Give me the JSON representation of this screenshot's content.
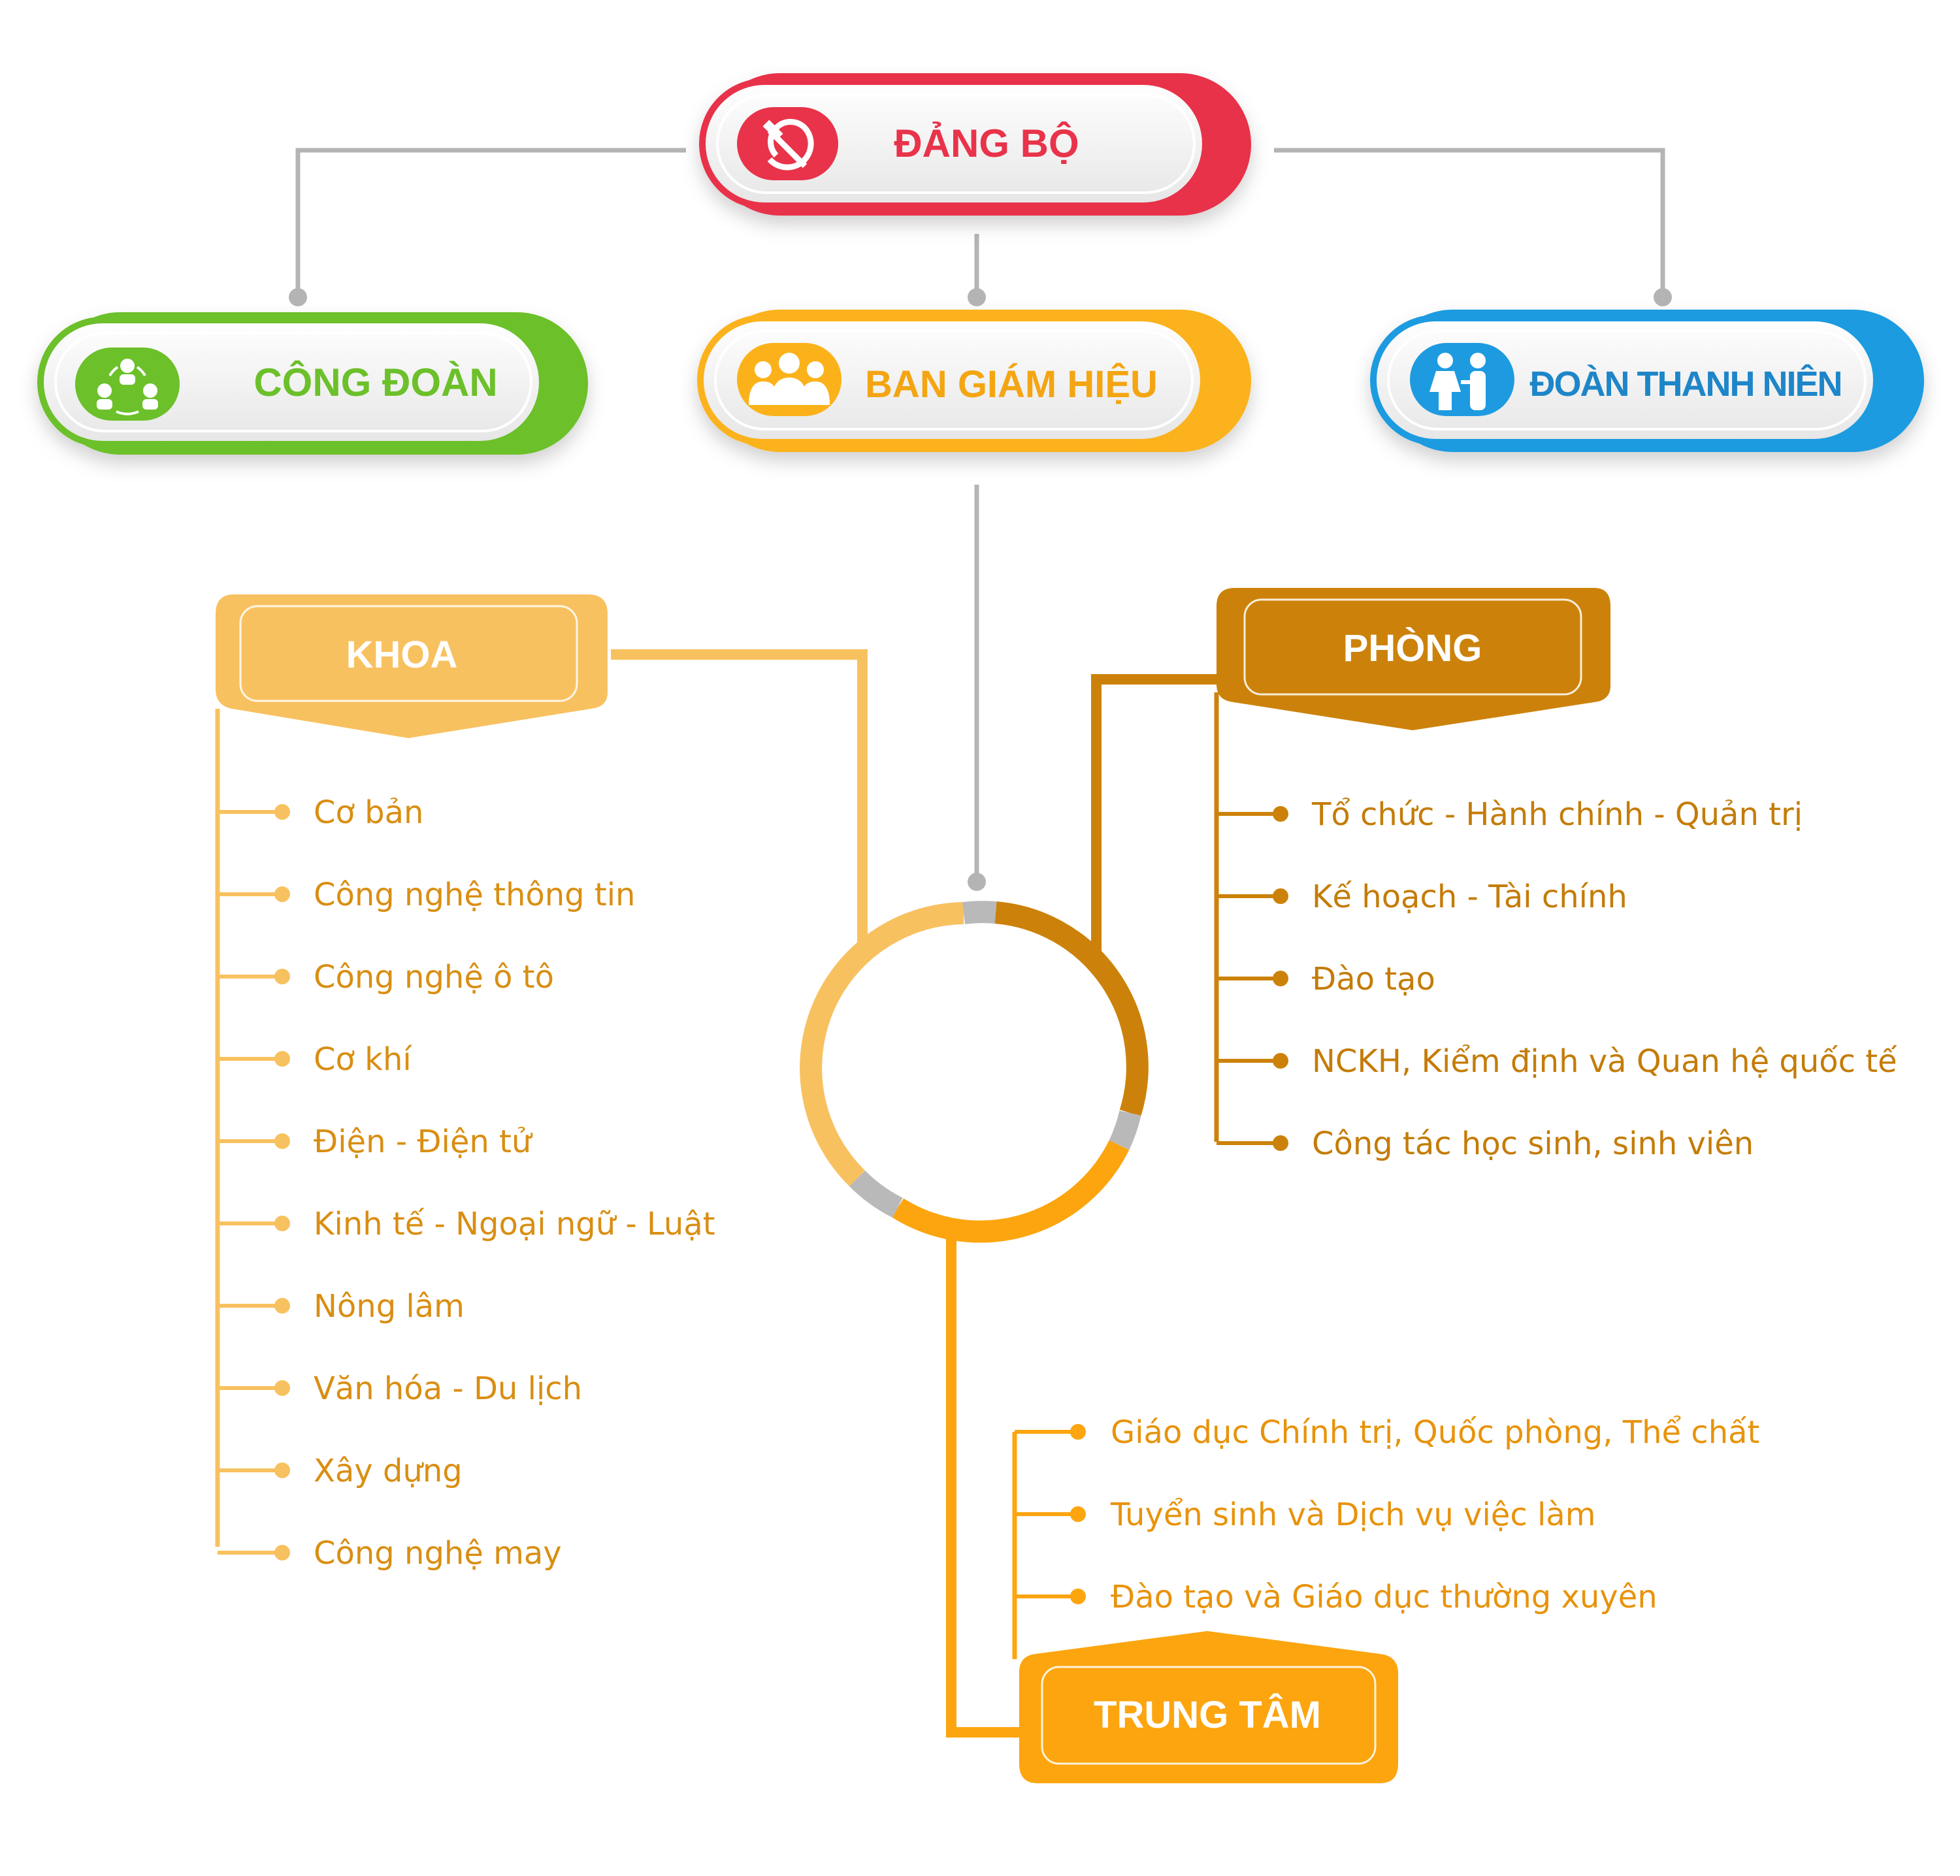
{
  "top_nodes": {
    "dang_bo": {
      "label": "ĐẢNG BỘ",
      "color": "#e8334a",
      "icon": "hammer-sickle-icon"
    },
    "cong_doan": {
      "label": "CÔNG ĐOÀN",
      "color": "#6cc02a",
      "icon": "team-network-icon"
    },
    "ban_giam_hieu": {
      "label": "BAN GIÁM HIỆU",
      "color": "#fbb21a",
      "icon": "people-group-icon"
    },
    "doan_thanh_nien": {
      "label": "ĐOÀN THANH NIÊN",
      "color": "#1e9be0",
      "icon": "youth-people-icon"
    }
  },
  "khoa": {
    "title": "KHOA",
    "color": "#f8c160",
    "text_color": "#d98e12",
    "items": [
      "Cơ bản",
      "Công nghệ thông tin",
      "Công nghệ ô tô",
      "Cơ khí",
      "Điện - Điện tử",
      "Kinh tế - Ngoại ngữ - Luật",
      "Nông lâm",
      "Văn hóa - Du lịch",
      "Xây dựng",
      "Công nghệ may"
    ]
  },
  "phong": {
    "title": "PHÒNG",
    "color": "#cc820a",
    "text_color": "#c47c08",
    "items": [
      "Tổ chức - Hành chính - Quản trị",
      "Kế hoạch - Tài chính",
      "Đào tạo",
      "NCKH, Kiểm định và Quan hệ quốc tế",
      "Công tác học sinh, sinh viên"
    ]
  },
  "trung_tam": {
    "title": "TRUNG TÂM",
    "color": "#fca50f",
    "text_color": "#e8930c",
    "items": [
      "Giáo dục Chính trị, Quốc phòng, Thể chất",
      "Tuyển sinh và Dịch vụ việc làm",
      "Đào tạo và Giáo dục thường xuyên"
    ]
  },
  "connector_color": "#b4b4b4"
}
